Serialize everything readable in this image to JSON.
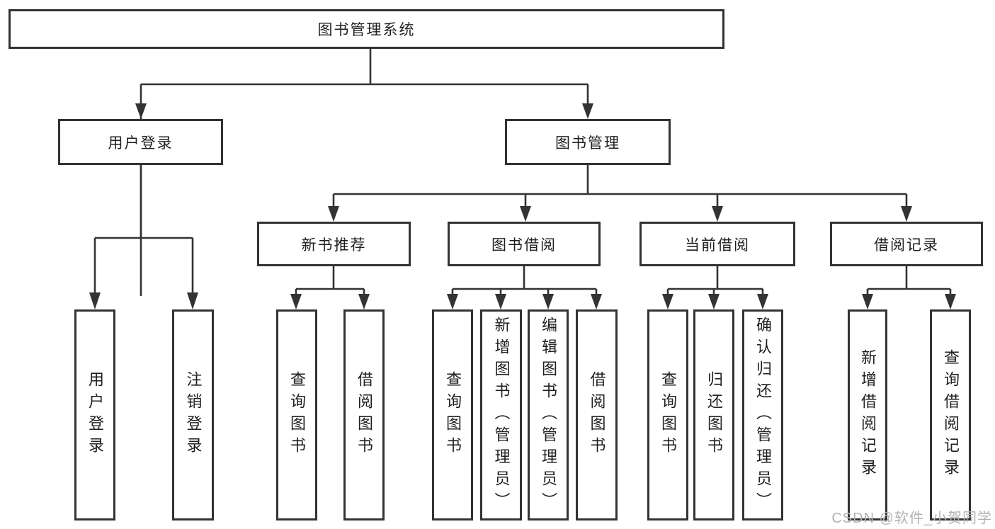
{
  "diagram": {
    "root": {
      "label": "图书管理系统"
    },
    "level2": {
      "user_login": {
        "label": "用户登录"
      },
      "book_management": {
        "label": "图书管理"
      }
    },
    "level3": {
      "new_book_recommend": {
        "label": "新书推荐"
      },
      "book_borrowing": {
        "label": "图书借阅"
      },
      "current_borrowing": {
        "label": "当前借阅"
      },
      "borrowing_records": {
        "label": "借阅记录"
      }
    },
    "leaves": [
      {
        "label": "用户登录"
      },
      {
        "label": "注销登录"
      },
      {
        "label": "查询图书"
      },
      {
        "label": "借阅图书"
      },
      {
        "label": "查询图书"
      },
      {
        "label": "新增图书（管理员）"
      },
      {
        "label": "编辑图书（管理员）"
      },
      {
        "label": "借阅图书"
      },
      {
        "label": "查询图书"
      },
      {
        "label": "归还图书"
      },
      {
        "label": "确认归还（管理员）"
      },
      {
        "label": "新增借阅记录"
      },
      {
        "label": "查询借阅记录"
      }
    ],
    "watermark": {
      "text": "CSDN @软件_小贺同学"
    },
    "colors": {
      "line": "#333333",
      "text": "#1f1f1f",
      "box_fill": "#ffffff",
      "watermark": "#b2b2b2"
    }
  }
}
